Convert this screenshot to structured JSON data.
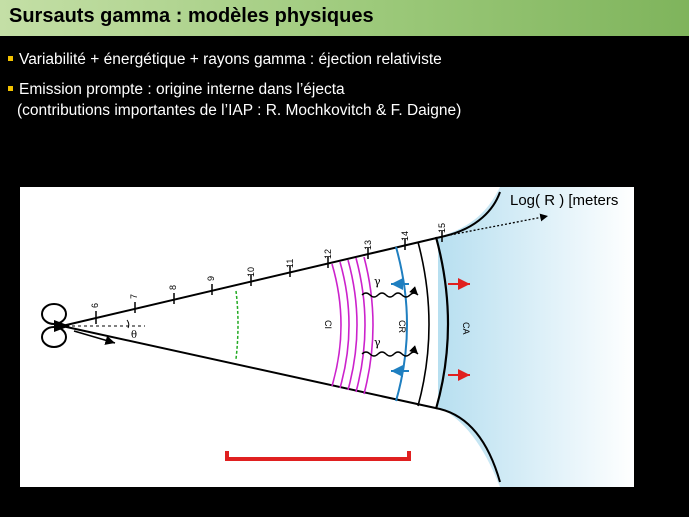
{
  "title": "Sursauts gamma : modèles physiques",
  "bullets": [
    "Variabilité + énergétique + rayons gamma : éjection relativiste",
    "Emission prompte : origine interne dans l’éjecta",
    "(contributions importantes de l’IAP : R. Mochkovitch & F. Daigne)"
  ],
  "figure": {
    "axis_label": "Log( R ) [meters",
    "ticks": [
      "6",
      "7",
      "8",
      "9",
      "10",
      "11",
      "12",
      "13",
      "14",
      "15"
    ],
    "angle_label": "θ",
    "region_labels": {
      "ci": "CI",
      "cr": "CR",
      "ca": "CA"
    },
    "gamma_label": "γ",
    "colors": {
      "internal_shells": "#cc22cc",
      "reverse_shock": "#1f7fc0",
      "forward_shock": "#e02020",
      "photosphere": "#22aa22",
      "bracket": "#e02020",
      "medium": "#cfeaf5"
    }
  }
}
